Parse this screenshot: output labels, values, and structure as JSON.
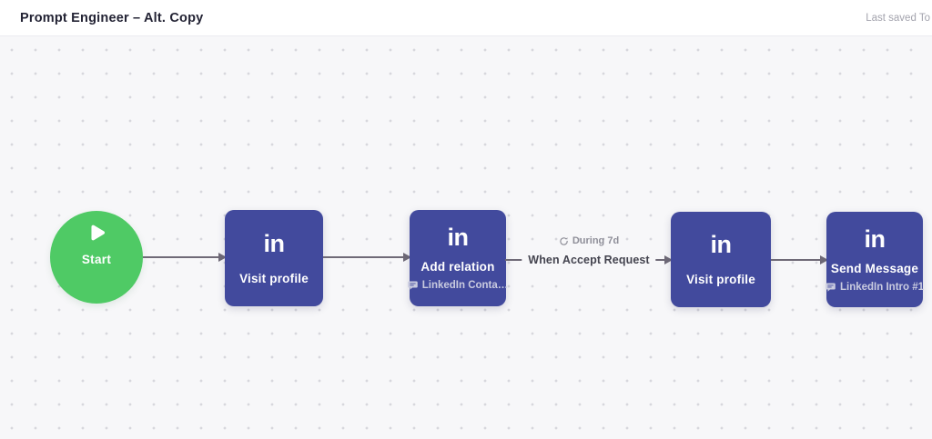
{
  "header": {
    "title": "Prompt Engineer – Alt. Copy",
    "last_saved": "Last saved To"
  },
  "flow": {
    "start": {
      "label": "Start",
      "icon": "play-icon"
    },
    "nodes": [
      {
        "logo": "in",
        "title": "Visit profile"
      },
      {
        "logo": "in",
        "title": "Add relation",
        "subtitle": "LinkedIn Conta…",
        "subtitle_icon": "message-icon"
      },
      {
        "logo": "in",
        "title": "Visit profile"
      },
      {
        "logo": "in",
        "title": "Send Message",
        "subtitle": "LinkedIn Intro #1",
        "subtitle_icon": "message-icon"
      }
    ],
    "edge_labels": {
      "during": "During 7d",
      "during_icon": "refresh-icon",
      "condition": "When Accept Request"
    }
  },
  "colors": {
    "node_purple": "#424a9d",
    "start_green": "#4fca65",
    "arrow_gray": "#6f6a77",
    "canvas_bg": "#f7f7f9",
    "title_ink": "#232334"
  }
}
